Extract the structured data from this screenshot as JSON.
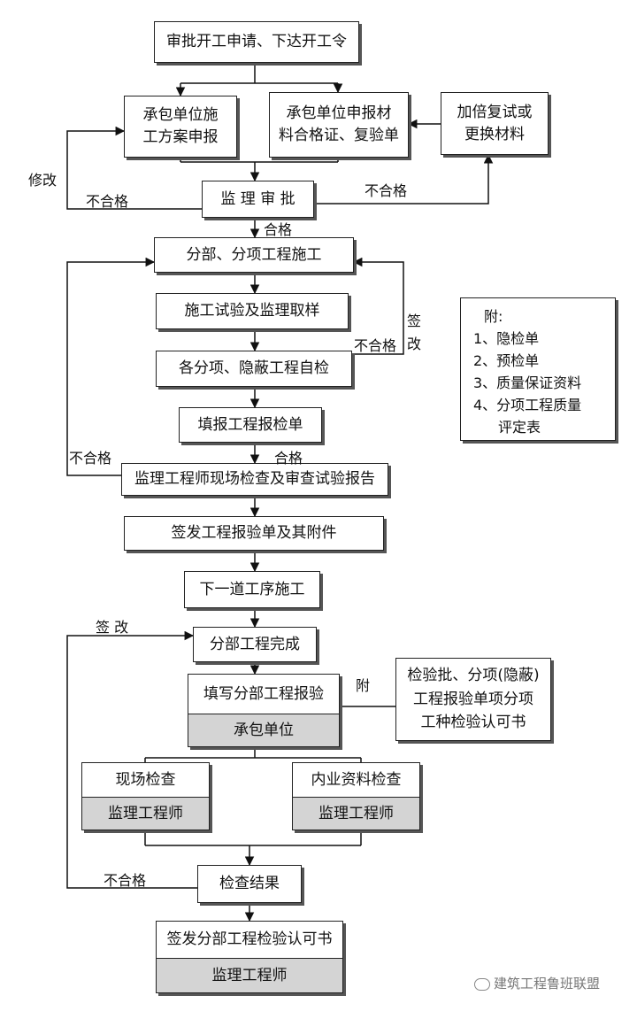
{
  "nodes": {
    "approve_start": "审批开工申请、下达开工令",
    "contractor_plan": "承包单位施\n工方案申报",
    "contractor_materials": "承包单位申报材\n料合格证、复验单",
    "double_retest": "加倍复试或\n更换材料",
    "supervision_review": "监 理 审 批",
    "sub_construction": "分部、分项工程施工",
    "test_sampling": "施工试验及监理取样",
    "self_check": "各分项、隐蔽工程自检",
    "fill_inspection_form": "填报工程报检单",
    "engineer_site_check": "监理工程师现场检查及审查试验报告",
    "issue_inspection_form": "签发工程报验单及其附件",
    "next_process": "下一道工序施工",
    "division_complete": "分部工程完成",
    "fill_division_report": "填写分部工程报验",
    "contractor_unit": "承包单位",
    "attachment_box": "检验批、分项(隐蔽)\n工程报验单项分项\n工种检验认可书",
    "site_check": "现场检查",
    "site_check_engineer": "监理工程师",
    "document_check": "内业资料检查",
    "document_check_engineer": "监理工程师",
    "check_result": "检查结果",
    "issue_division_cert": "签发分部工程检验认可书",
    "final_engineer": "监理工程师"
  },
  "appendix": {
    "title": "附:",
    "items": [
      "1、隐检单",
      "2、预检单",
      "3、质量保证资料",
      "4、分项工程质量",
      "评定表"
    ]
  },
  "labels": {
    "revise": "修改",
    "fail_1": "不合格",
    "fail_2": "不合格",
    "pass_1": "合格",
    "fail_3": "不合格",
    "sign_revise_v": "签改",
    "fail_4": "不合格",
    "pass_2": "合格",
    "attach": "附",
    "sign_revise": "签 改",
    "fail_5": "不合格"
  },
  "watermark": "建筑工程鲁班联盟"
}
